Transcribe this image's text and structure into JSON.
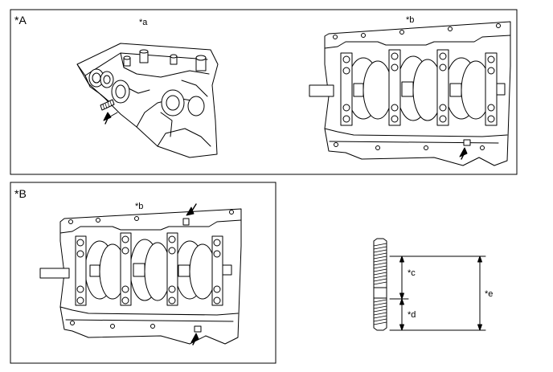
{
  "panels": {
    "A": {
      "label": "*A",
      "callouts": {
        "a": "*a",
        "b": "*b"
      }
    },
    "B": {
      "label": "*B",
      "callouts": {
        "b": "*b"
      }
    }
  },
  "stud_bolt": {
    "callouts": {
      "c": "*c",
      "d": "*d",
      "e": "*e"
    }
  }
}
